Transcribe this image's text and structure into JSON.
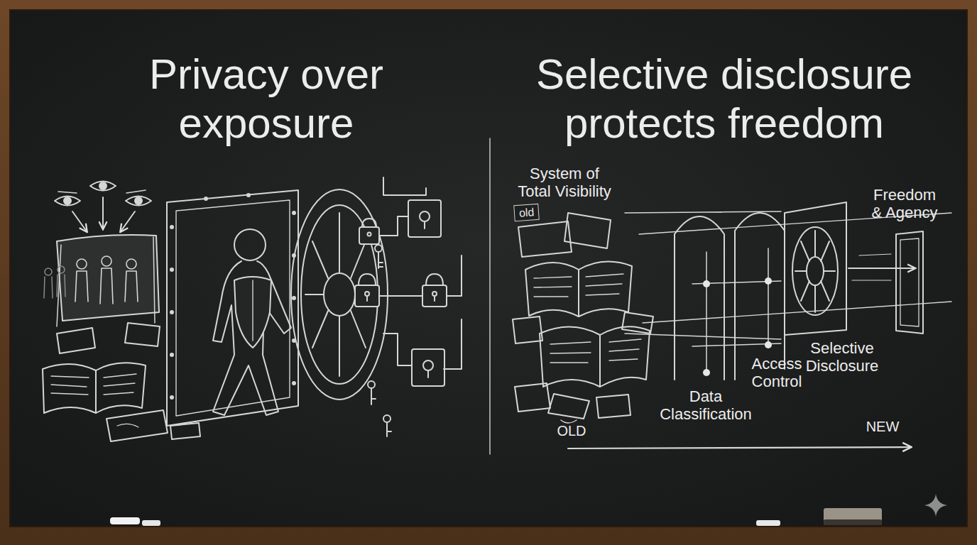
{
  "diagram": {
    "nodes": [
      {
        "text": [
          "old"
        ]
      }
    ],
    "labels": [
      "Privacy over exposure",
      "Selective disclosure protects freedom",
      "System of Total Visibility",
      "Data Classification",
      "Access Control",
      "Selective Disclosure",
      "Freedom & Agency",
      "OLD",
      "NEW"
    ]
  }
}
